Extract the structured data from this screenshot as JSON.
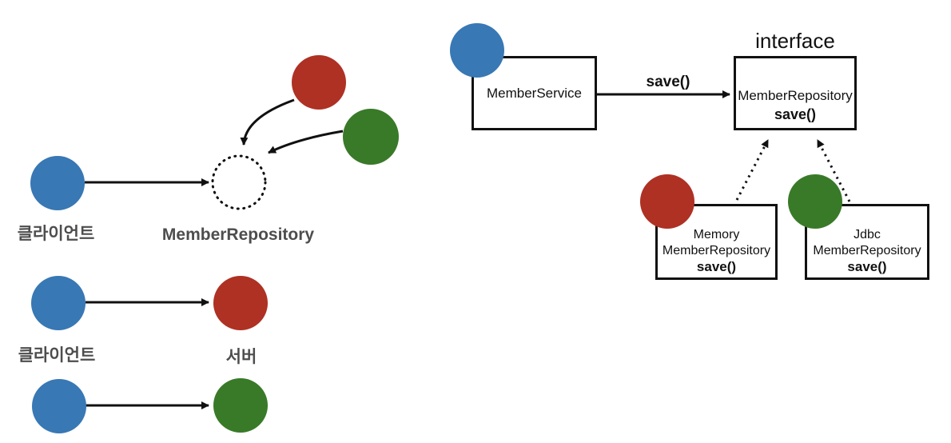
{
  "colors": {
    "blue": "#3878b4",
    "red": "#ae3124",
    "green": "#397a28",
    "label_gray": "#4d4d4d"
  },
  "left_diagram": {
    "top": {
      "client_label": "클라이언트",
      "repository_label": "MemberRepository"
    },
    "rows": {
      "client_label": "클라이언트",
      "server_label": "서버"
    }
  },
  "right_diagram": {
    "service_box": {
      "title": "MemberService"
    },
    "arrow_label": "save()",
    "interface_caption": "interface",
    "interface_box": {
      "title": "MemberRepository",
      "method": "save()"
    },
    "memory_box": {
      "line1": "Memory",
      "line2": "MemberRepository",
      "method": "save()"
    },
    "jdbc_box": {
      "line1": "Jdbc",
      "line2": "MemberRepository",
      "method": "save()"
    }
  }
}
